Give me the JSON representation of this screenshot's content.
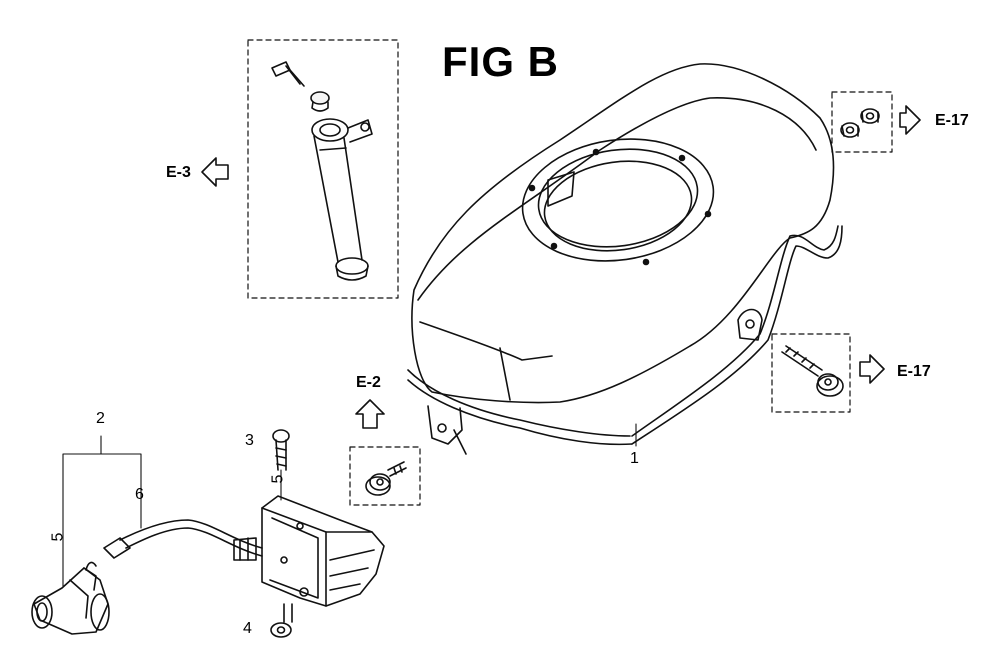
{
  "figure": {
    "title": "FIG B"
  },
  "references": {
    "e3": "E-3",
    "e2": "E-2",
    "e17_top": "E-17",
    "e17_bottom": "E-17"
  },
  "callouts": {
    "n1": "1",
    "n2": "2",
    "n3": "3",
    "n4": "4",
    "n5_left": "5",
    "n5_coil": "5",
    "n6": "6"
  }
}
